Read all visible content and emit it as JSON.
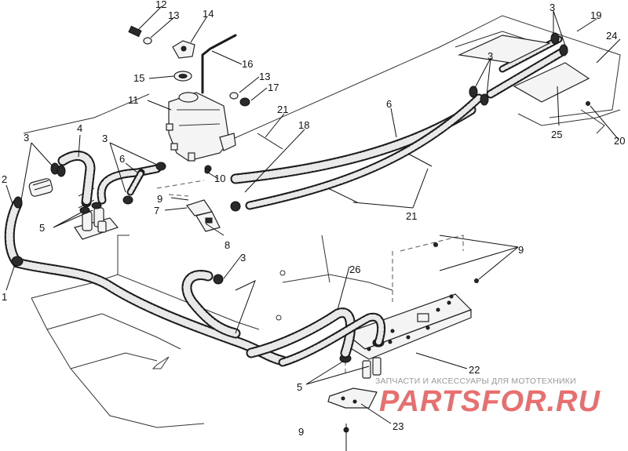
{
  "diagram": {
    "callouts": {
      "c1": "1",
      "c2": "2",
      "c3": "3",
      "c4": "4",
      "c5": "5",
      "c6": "6",
      "c7": "7",
      "c8": "8",
      "c9": "9",
      "c10": "10",
      "c11": "11",
      "c12": "12",
      "c13": "13",
      "c14": "14",
      "c15": "15",
      "c16": "16",
      "c17": "17",
      "c18": "18",
      "c19": "19",
      "c20": "20",
      "c21": "21",
      "c22": "22",
      "c23": "23",
      "c24": "24",
      "c25": "25",
      "c26": "26"
    }
  },
  "watermark": {
    "subtitle": "ЗАПЧАСТИ И АКСЕССУАРЫ ДЛЯ МОТОТЕХНИКИ",
    "logo": "PARTSFOR.RU",
    "color": "#e03a3a"
  }
}
